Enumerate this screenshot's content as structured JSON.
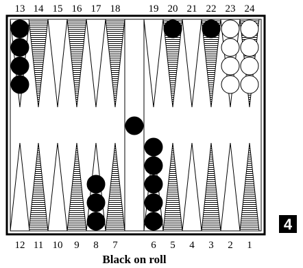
{
  "top_labels": [
    "13",
    "14",
    "15",
    "16",
    "17",
    "18",
    "19",
    "20",
    "21",
    "22",
    "23",
    "24"
  ],
  "bottom_labels": [
    "12",
    "11",
    "10",
    "9",
    "8",
    "7",
    "6",
    "5",
    "4",
    "3",
    "2",
    "1"
  ],
  "caption": "Black on roll",
  "die_value": "4",
  "colors": {
    "black_checker": "#000000",
    "white_checker": "#ffffff",
    "board": "#ffffff",
    "line": "#000000"
  },
  "position": {
    "13": {
      "color": "black",
      "count": 4
    },
    "20": {
      "color": "black",
      "count": 1
    },
    "22": {
      "color": "black",
      "count": 1
    },
    "23": {
      "color": "white",
      "count": 4
    },
    "24": {
      "color": "white",
      "count": 4
    },
    "8": {
      "color": "black",
      "count": 3
    },
    "6": {
      "color": "black",
      "count": 5
    }
  },
  "bar": {
    "black": 1,
    "white": 0
  }
}
